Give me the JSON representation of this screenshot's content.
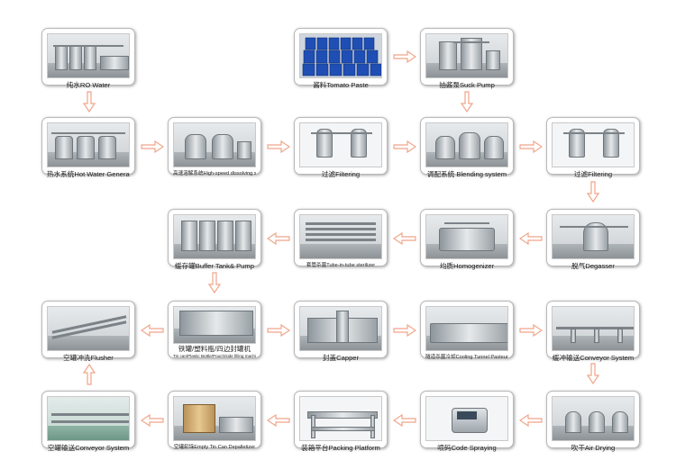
{
  "colors": {
    "arrow": "#f0a58a",
    "card_border": "#b9b9b9",
    "label_text": "#222222"
  },
  "steps": [
    {
      "id": "ro-water",
      "label": "纯水RO Water",
      "icon": "ro-water-plant"
    },
    {
      "id": "tomato-paste",
      "label": "酱料Tomato Paste",
      "icon": "paste-drums"
    },
    {
      "id": "suck-pump",
      "label": "抽酱泵Suck Pump",
      "icon": "suck-pump"
    },
    {
      "id": "hot-water",
      "label": "热水系统Hot Water Generating",
      "icon": "hot-water-tanks"
    },
    {
      "id": "dissolving",
      "label": "高速溶解系统High-speed dissolving system",
      "icon": "dissolving-tanks"
    },
    {
      "id": "filtering-1",
      "label": "过滤Filtering",
      "icon": "filter-housings"
    },
    {
      "id": "blending",
      "label": "调配系统 Blending system",
      "icon": "blending-tanks"
    },
    {
      "id": "filtering-2",
      "label": "过滤Filtering",
      "icon": "filter-housings"
    },
    {
      "id": "buffer-tank",
      "label": "缓存罐Buffer Tank& Pump",
      "icon": "buffer-tanks"
    },
    {
      "id": "sterilizer",
      "label": "套管杀菌Tube-in-tube sterilizer",
      "icon": "tube-sterilizer"
    },
    {
      "id": "homogenizer",
      "label": "均质Homogenizer",
      "icon": "homogenizer"
    },
    {
      "id": "degasser",
      "label": "脱气Degasser",
      "icon": "degasser"
    },
    {
      "id": "flusher",
      "label": "空罐冲洗Flusher",
      "icon": "can-flusher"
    },
    {
      "id": "filling",
      "label": "铁罐/塑料瓶/四边封罐机",
      "label2": "Tin can/Plastic Bottle/Pouch/side filling machine",
      "icon": "filling-machine"
    },
    {
      "id": "capper",
      "label": "封盖Capper",
      "icon": "capper"
    },
    {
      "id": "cooling-tunnel",
      "label": "隧道杀菌冷却Cooling Tunnel Pasteurizer",
      "icon": "cooling-tunnel"
    },
    {
      "id": "conveyor-1",
      "label": "缓冲输送Conveyor System",
      "icon": "conveyor"
    },
    {
      "id": "conveyor-2",
      "label": "空罐输送Conveyor System",
      "icon": "conveyor"
    },
    {
      "id": "depalletizer",
      "label": "空罐卸垛Empty Tin Can Depalletizer",
      "icon": "depalletizer"
    },
    {
      "id": "packing",
      "label": "装箱平台Packing Platform",
      "icon": "packing-table"
    },
    {
      "id": "code-spraying",
      "label": "喷码Code Spraying",
      "icon": "code-printer"
    },
    {
      "id": "air-drying",
      "label": "吹干Air Drying",
      "icon": "air-dryer"
    }
  ]
}
